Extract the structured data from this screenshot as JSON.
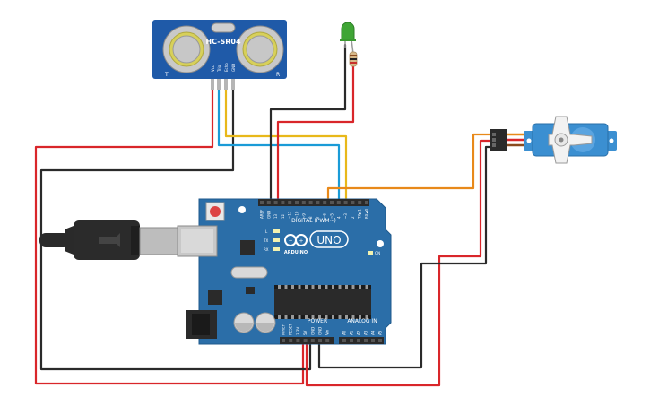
{
  "sensor": {
    "model": "HC-SR04",
    "pin_labels": [
      "Vcc",
      "Trig",
      "Echo",
      "GND"
    ],
    "corner_left": "T",
    "corner_right": "R"
  },
  "board": {
    "brand": "ARDUINO",
    "model": "UNO",
    "digital_header_label": "DIGITAL (PWM~)",
    "power_header_label": "POWER",
    "analog_header_label": "ANALOG IN",
    "digital_pins": [
      "AREF",
      "GND",
      "13",
      "12",
      "~11",
      "~10",
      "~9",
      "8",
      "7",
      "~6",
      "~5",
      "4",
      "~3",
      "2",
      "TX▶1",
      "RX◀0"
    ],
    "power_pins": [
      "IOREF",
      "RESET",
      "3.3V",
      "5V",
      "GND",
      "GND",
      "Vin"
    ],
    "analog_pins": [
      "A0",
      "A1",
      "A2",
      "A3",
      "A4",
      "A5"
    ],
    "led_labels": [
      "L",
      "TX",
      "RX"
    ],
    "on_label": "ON"
  },
  "colors": {
    "board": "#2b6ea8",
    "wire_red": "#d9262a",
    "wire_black": "#2a2a2a",
    "wire_blue": "#1a9bd7",
    "wire_yellow": "#e8b81a",
    "wire_orange": "#e8891a",
    "led_green": "#3fa535",
    "servo": "#3b8fd1"
  }
}
